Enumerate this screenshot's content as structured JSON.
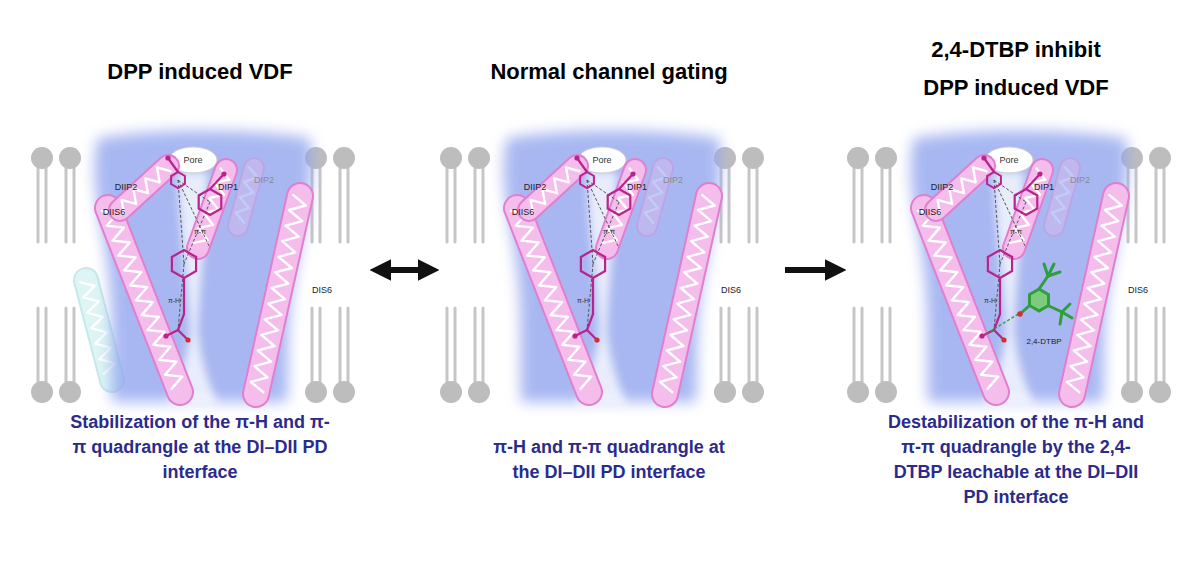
{
  "diagram": {
    "nodes": [
      {
        "text": [
          "DPP induced VDF",
          "Stabilization of the π-H and π-π quadrangle at the DI–DII PD interface"
        ]
      },
      {
        "text": [
          "Normal channel gating",
          "π-H and π-π quadrangle at the DI–DII PD interface"
        ]
      },
      {
        "text": [
          "2,4-DTBP inhibit DPP induced VDF",
          "Destabilization of the π-H and π-π quadrangle by the 2,4-DTBP leachable at the DI–DII PD interface"
        ]
      }
    ],
    "edges": [
      {
        "from": 0,
        "to": 1,
        "arrow": "both"
      },
      {
        "from": 1,
        "to": 2,
        "arrow": "to"
      }
    ],
    "labels": [
      "Pore",
      "DIIP2",
      "DIP1",
      "DIP2",
      "DIIS6",
      "π-π",
      "π-H",
      "DIS6",
      "Pore",
      "DIIP2",
      "DIP1",
      "DIP2",
      "DIIS6",
      "π-π",
      "π-H",
      "DIS6",
      "Pore",
      "DIIP2",
      "DIP1",
      "DIP2",
      "DIIS6",
      "π-π",
      "π-H",
      "DIS6",
      "2,4-DTBP"
    ]
  }
}
